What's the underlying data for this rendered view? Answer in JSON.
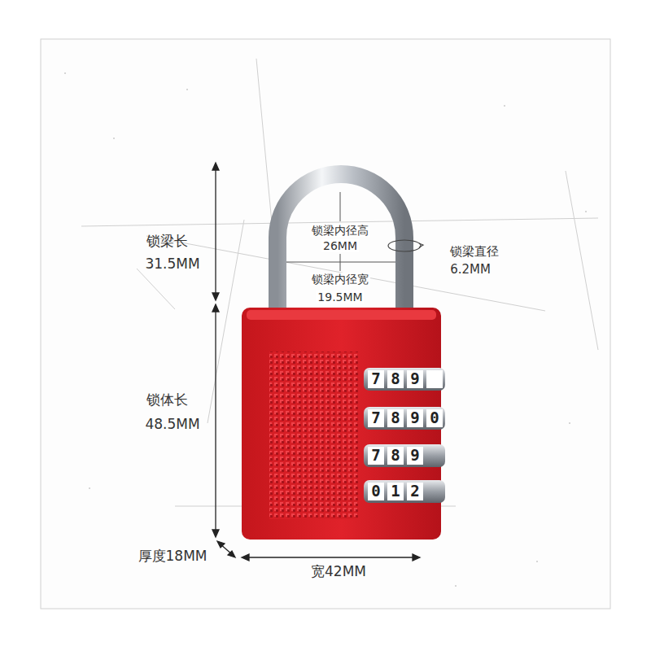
{
  "diagram": {
    "labels": [
      "锁梁长",
      "31.5MM",
      "锁梁内径高",
      "26MM",
      "锁梁直径",
      "6.2MM",
      "锁梁内径宽",
      "19.5MM",
      "锁体长",
      "48.5MM",
      "厚度18MM",
      "宽42MM",
      "7",
      "8",
      "9",
      "7",
      "8",
      "9",
      "0",
      "7",
      "8",
      "9",
      "0",
      "1",
      "2"
    ]
  }
}
